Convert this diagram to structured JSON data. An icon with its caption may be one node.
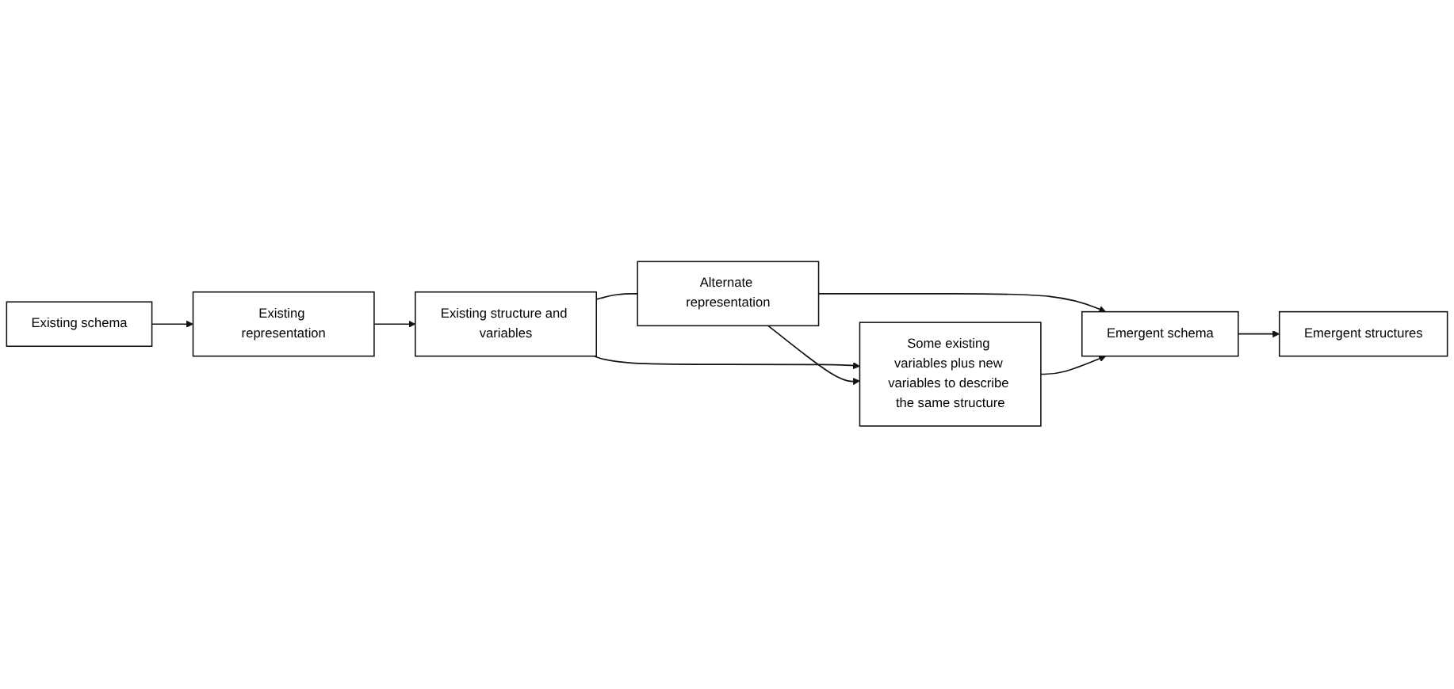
{
  "diagram": {
    "nodes": [
      {
        "text": [
          "Existing schema"
        ]
      },
      {
        "text": [
          "Existing representation"
        ]
      },
      {
        "text": [
          "Existing structure and variables"
        ]
      },
      {
        "text": [
          "Alternate representation"
        ]
      },
      {
        "text": [
          "Some existing variables plus new variables to describe the same structure"
        ]
      },
      {
        "text": [
          "Emergent schema"
        ]
      },
      {
        "text": [
          "Emergent structures"
        ]
      }
    ],
    "edges": [
      {
        "from": 0,
        "to": 1,
        "arrow": "to"
      },
      {
        "from": 1,
        "to": 2,
        "arrow": "to"
      },
      {
        "from": 2,
        "to": 3,
        "arrow": "none"
      },
      {
        "from": 2,
        "to": 4,
        "arrow": "to"
      },
      {
        "from": 3,
        "to": 4,
        "arrow": "to"
      },
      {
        "from": 3,
        "to": 5,
        "arrow": "to"
      },
      {
        "from": 4,
        "to": 5,
        "arrow": "to"
      },
      {
        "from": 5,
        "to": 6,
        "arrow": "to"
      }
    ]
  }
}
